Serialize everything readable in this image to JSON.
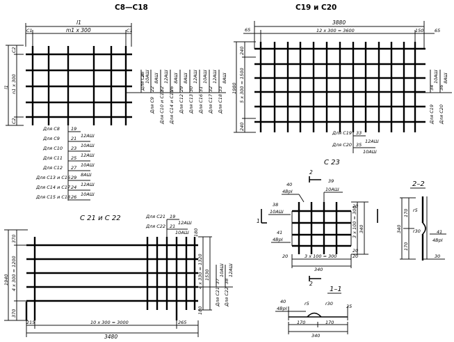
{
  "titles": {
    "c8_c18": "С8—С18",
    "c19_c20": "С19 и С20",
    "c21_c22": "С 21 и С 22",
    "c23": "С 23",
    "sec_2_2": "2–2",
    "sec_1_1": "1–1"
  },
  "c8": {
    "dim_top": "l1",
    "dim_span": "m1 x 300",
    "c1": "C1",
    "c1b": "C1",
    "dim_side": "l1",
    "dim_side_span": "n1 x 300",
    "c2": "C2",
    "c2b": "C2",
    "vert_labels": [
      {
        "pre": "Для С8",
        "num": "28",
        "spec": "10АШ"
      },
      {
        "pre": "Для С9",
        "num": "22",
        "spec": "8АШ"
      },
      {
        "pre": "Для С10 и С11",
        "num": "32",
        "spec": "12АШ"
      },
      {
        "pre": "Для С14 и С15",
        "num": "26",
        "spec": "8АШ"
      },
      {
        "pre": "Для С12",
        "num": "29",
        "spec": "8АШ"
      },
      {
        "pre": "Для С13",
        "num": "30",
        "spec": "12АШ"
      },
      {
        "pre": "Для С16",
        "num": "31",
        "spec": "10АШ"
      },
      {
        "pre": "Для С17",
        "num": "32",
        "spec": "12АШ"
      },
      {
        "pre": "Для С18",
        "num": "33",
        "spec": "8АШ"
      }
    ],
    "horiz_labels": [
      {
        "pre": "Для С8",
        "num": "19",
        "spec": ""
      },
      {
        "pre": "Для С9",
        "num": "21",
        "spec": "12АШ"
      },
      {
        "pre": "Для С10",
        "num": "23",
        "spec": "10АШ"
      },
      {
        "pre": "Для С11",
        "num": "25",
        "spec": "12АШ"
      },
      {
        "pre": "Для С12",
        "num": "27",
        "spec": "10АШ"
      },
      {
        "pre": "Для С13 и С16",
        "num": "29",
        "spec": "8АШ"
      },
      {
        "pre": "Для С14 и С17",
        "num": "24",
        "spec": "12АШ"
      },
      {
        "pre": "Для С15 и С18",
        "num": "26",
        "spec": "10АШ"
      }
    ]
  },
  "c19": {
    "dim_total": "3880",
    "dim_left": "65",
    "dim_span": "12 x 300 = 3600",
    "dim_r1": "150",
    "dim_right": "65",
    "dim_h": "1980",
    "dim_h_span": "5 x 300 = 1500",
    "dim_top_v": "240",
    "dim_bot_v": "240",
    "right_labels": [
      {
        "pre": "Для С19",
        "num": "34",
        "spec": "10АШ"
      },
      {
        "pre": "Для С20",
        "num": "36",
        "spec": "8АШ"
      }
    ],
    "bottom_labels": [
      {
        "pre": "Для С19",
        "num": "33",
        "spec": ""
      },
      {
        "pre": "Для С20",
        "num": "35",
        "spec": "12АШ"
      }
    ],
    "bottom_spec2": "10АШ"
  },
  "c21": {
    "dim_h": "1940",
    "dim_h_span": "4 x 300 = 1200",
    "dim_top_v": "370",
    "dim_bot_v": "370",
    "dim_total": "3480",
    "dim_span": "10 x 300 = 3000",
    "dim_left": "215",
    "dim_right": "265",
    "top_labels": [
      {
        "pre": "Для С21",
        "num": "19",
        "spec": ""
      },
      {
        "pre": "Для С22",
        "num": "21",
        "spec": "12АШ"
      }
    ],
    "top_spec2": "10АШ",
    "top_v": "180",
    "right_span": "4 x 330 = 1320",
    "right_total": "1530",
    "right_bot": "180",
    "right_labels": [
      {
        "pre": "Для С21",
        "num": "37",
        "spec": "10АШ"
      },
      {
        "pre": "Для С22",
        "num": "38",
        "spec": "12АШ"
      }
    ]
  },
  "c23": {
    "l40": "40",
    "l4bp": "4ВрI",
    "l39": "39",
    "l10a": "10АШ",
    "l38": "38",
    "l10a2": "10АШ",
    "l41": "41",
    "l4bp2": "4ВрI",
    "dim_v": "3 x 100 = 300",
    "dim_v_total": "340",
    "dim_h": "3 x 100 = 300",
    "dim_h_total": "340",
    "d20a": "20",
    "d20b": "20",
    "d20c": "20",
    "d20d": "20",
    "cut1": "1",
    "cut2": "2",
    "cut2b": "2"
  },
  "s22": {
    "d340": "340",
    "d170a": "170",
    "d170b": "170",
    "r5": "r5",
    "r30": "r30",
    "l41": "41",
    "l4bp": "4ВрI",
    "d30": "30"
  },
  "s11": {
    "l40": "40",
    "l4bp": "4ВрI",
    "r5": "r5",
    "r30": "r30",
    "d35": "35",
    "d170a": "170",
    "d170b": "170",
    "d340": "340"
  }
}
